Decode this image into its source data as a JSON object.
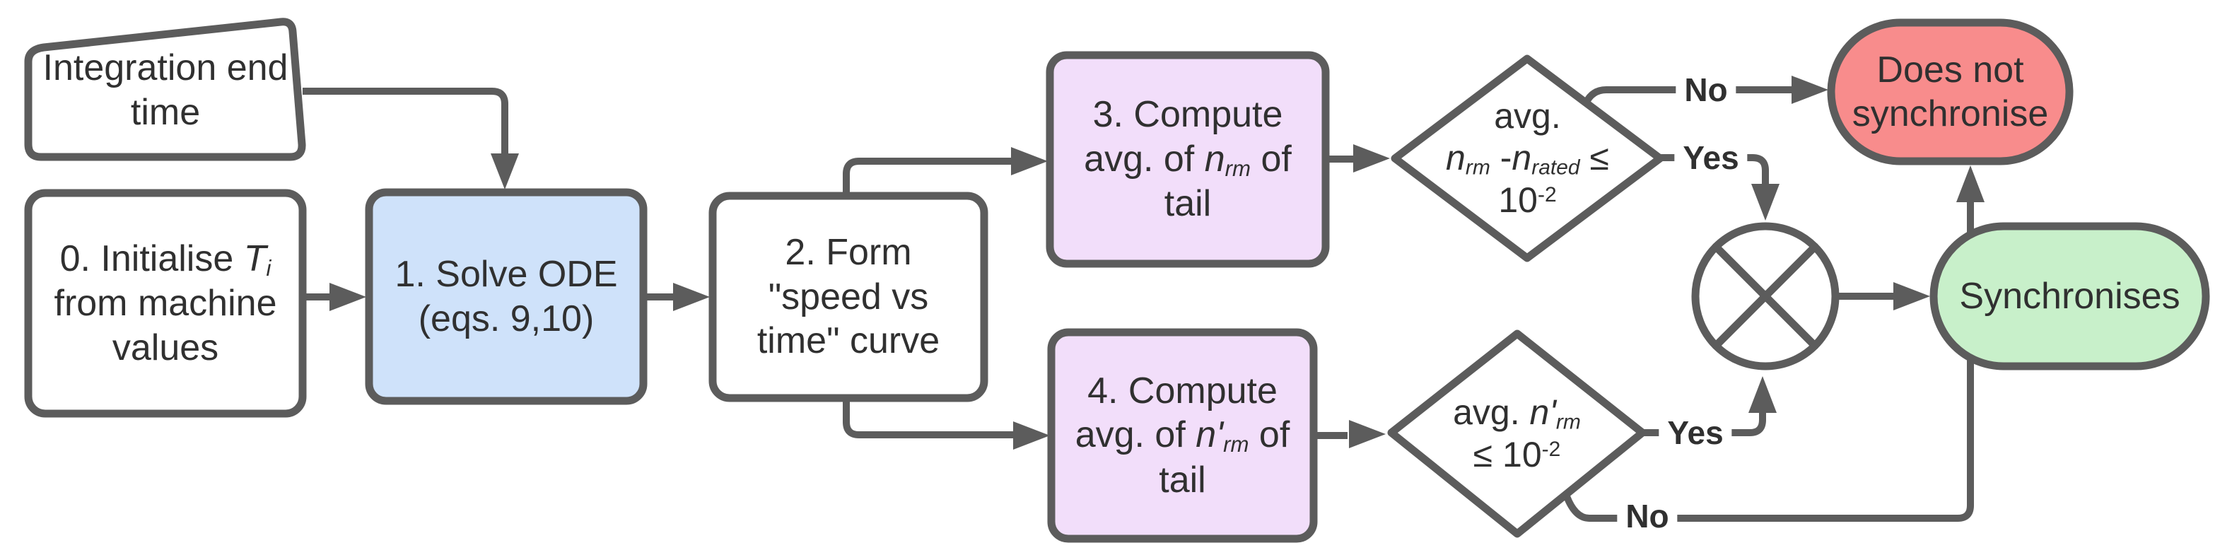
{
  "colors": {
    "stroke": "#5c5c5c",
    "text": "#303030",
    "shape_white": "#ffffff",
    "process_blue": "#cfe2fa",
    "process_purple": "#f2defa",
    "terminal_red": "#f88c8c",
    "terminal_green": "#c8f0ca"
  },
  "nodes": {
    "integration_end_time": {
      "lines": [
        "Integration end",
        "time"
      ]
    },
    "step0": {
      "l1_pre": "0. Initialise ",
      "l1_var": "T",
      "l1_sub": "i",
      "l2": "from machine",
      "l3": "values"
    },
    "step1": {
      "l1": "1. Solve ODE",
      "l2": "(eqs. 9,10)"
    },
    "step2": {
      "l1": "2. Form",
      "l2": "\"speed vs",
      "l3": "time\" curve"
    },
    "step3": {
      "l1": "3. Compute",
      "l2_pre": "avg. of ",
      "l2_var": "n",
      "l2_sub": "rm",
      "l2_post": " of",
      "l3": "tail"
    },
    "step4": {
      "l1": "4. Compute",
      "l2_pre": "avg. of ",
      "l2_var": "n'",
      "l2_sub": "rm",
      "l2_post": " of",
      "l3": "tail"
    },
    "decision1": {
      "l1": "avg.",
      "l2_var1": "n",
      "l2_sub1": "rm",
      "l2_mid": " -",
      "l2_var2": "n",
      "l2_sub2": "rated",
      "l2_post": " ≤",
      "l3_base": "10",
      "l3_exp": "-2"
    },
    "decision2": {
      "l1_pre": "avg. ",
      "l1_var": "n'",
      "l1_sub": "rm",
      "l2_base": "≤ 10",
      "l2_exp": "-2"
    },
    "does_not_synchronise": {
      "lines": [
        "Does not",
        "synchronise"
      ]
    },
    "synchronises": {
      "label": "Synchronises"
    }
  },
  "edge_labels": {
    "decision1_no": "No",
    "decision1_yes": "Yes",
    "decision2_yes": "Yes",
    "decision2_no": "No"
  }
}
